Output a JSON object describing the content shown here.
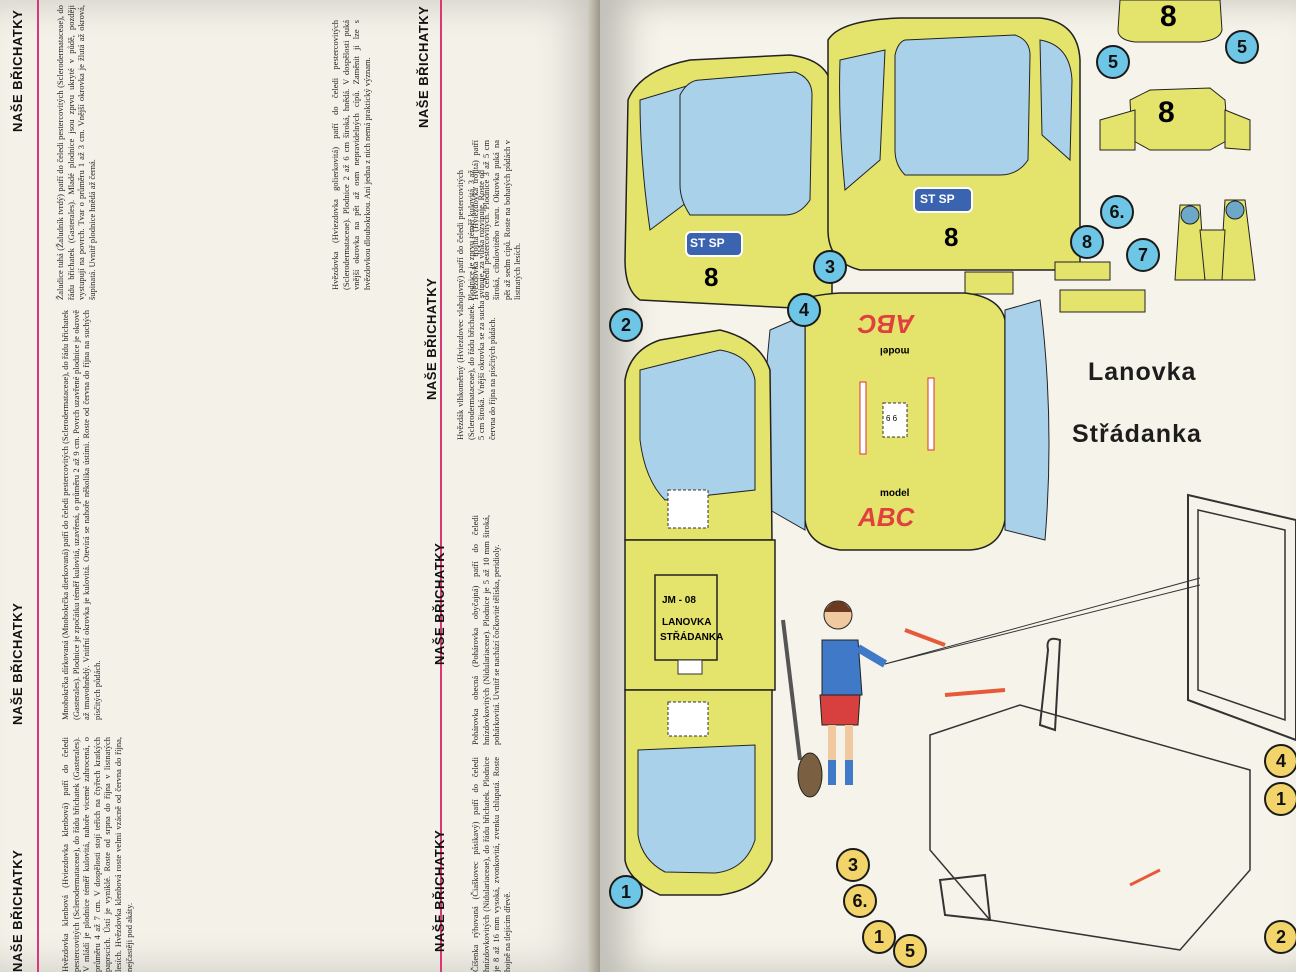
{
  "left_page": {
    "headers": [
      "NAŠE BŘICHATKY",
      "NAŠE BŘICHATKY",
      "NAŠE BŘICHATKY",
      "NAŠE BŘICHATKY",
      "NAŠE BŘICHATKY",
      "NAŠE BŘICHATKY",
      "NAŠE BŘICHATKY"
    ],
    "col1_text": "Žaludice tuhá (Žaludník tvrdý) patří do čeledi pestercovitých (Sclerodermataceae), do řádu břichatek (Gasterales). Mladé plodnice jsou zprvu ukryté v půdě, později vystupují na povrch. Tvar o průměru 1 až 3 cm. Vnější okrovka je žlutá až okrová, šupinatá. Uvnitř plodnice hnědá až černá.",
    "col2_text": "Mnohokrčka dírkovaná (Mnohokrčka dierkovaná) patří do čeledi pestercovitých (Sclerodermataceae), do řádu břichatek (Gasterales). Plodnice je zpočátku téměř kulovitá, uzavřená, o průměru 2 až 9 cm. Povrch uzavřené plodnice je okrově až tmavohnědý. Vnitřní okrovka je kulovitá. Otevírá se nahoře několika ústími. Roste od června do října na suchých písčitých půdách.",
    "col3_text": "Hvězdovka klenbová (Hviezdovka klenbová) patří do čeledi pestercovitých (Sclerodermataceae), do řádu břichatek (Gasterales). V mládí je plodnice téměř kulovitá, nahoře vicemé zahrocená, o průměru 4 až 7 cm. V dospělosti stojí teřich na čtyřech kratkých paprscích. Ústí je vyniklé. Roste od srpna do října v listnatých lesích. Hvězdovka klenbová roste velmi vzácně od června do října, nejčastěji pod akáty.",
    "col4_text": "Hvězdovka (Hviezdovka golierkovitá) patří do čeledi pestercovitých (Sclerodermataceae). Plodnice 2 až 6 cm široká, hnědá. V dospělosti puká vnější okrovka na pět až osm nepravidelných cípů. Zaměnit ji lze s hvězdovkou dlouhokrkou. Ani jedna z nich nemá praktický význam.",
    "col5_text": "Hvězdák vlhkoměrný (Hviezdovec vlahojavný) patří do čeledi pestercovitých (Sclerodermataceae), do řádu břichatek. Plodnice je zprvu téměř kulovitá, 3 až 5 cm široká. Vnější okrovka se za sucha svinuje, za vlhka rozvinuje. Roste od června do října na písčitých půdách.",
    "col6_text": "Hvězdovka trojitá (Hviezdovka trojitá) patří do čeledi pestercovitých. Plodnice 3 až 5 cm široká, cibulovitého tvaru. Okrovka puká na pět až sedm cípů. Roste na bohatých půdách v listnatých lesích.",
    "col7_text": "Pohárovka obecná (Pohárovka obyčajná) patří do čeledi hnízdovkovitých (Nidulariaceae). Plodnice je 5 až 10 mm široká, pohárkovitá. Uvnitř se nachází čočkovité tělíska, peridioly.",
    "col8_text": "Číšenka rýhovaná (Čiaškovec pásikavý) patří do čeledi hnízdovkovitých (Nidulariaceae), do řádu břichatek. Plodnice je 8 až 16 mm vysoká, zvonkovitá, zvenku chlupatá. Roste hojně na tlejícím dřevě."
  },
  "right_page": {
    "title_line1": "Lanovka",
    "title_line2": "Střádanka",
    "cabin_number": "8",
    "logo": "ST SP",
    "model_label": "model",
    "abc": "ABC",
    "panel_code": "JM - 08",
    "panel_name1": "LANOVKA",
    "panel_name2": "STŘÁDANKA",
    "mini_label": "6 6",
    "part_numbers": {
      "p1": "1",
      "p2": "2",
      "p3": "3",
      "p4": "4",
      "p5a": "5",
      "p5b": "5",
      "p6": "6.",
      "p7": "7",
      "p8": "8"
    },
    "yellow_numbers": {
      "a4": "4",
      "a1": "1",
      "b3": "3",
      "b6": "6.",
      "b1": "1",
      "b5": "5",
      "c2": "2"
    }
  },
  "colors": {
    "yellow": "#e4e36b",
    "blue": "#9fd0ea",
    "glass": "#bfe0ee",
    "rule": "#d8387a",
    "red": "#e04040"
  }
}
